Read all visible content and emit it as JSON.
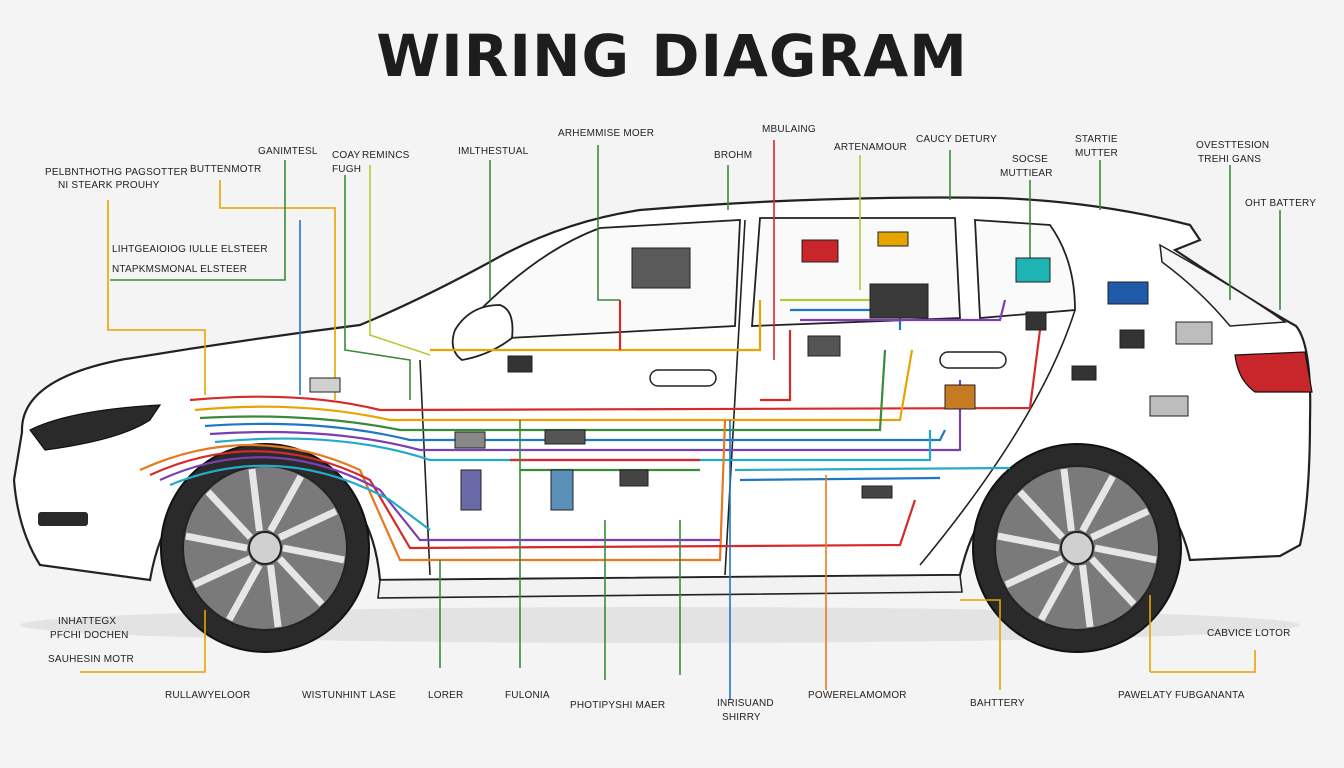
{
  "title": "WIRING DIAGRAM",
  "colors": {
    "background": "#f4f4f4",
    "body": "#ffffff",
    "outline": "#222222",
    "wire_red": "#d62a2a",
    "wire_yellow": "#e6a400",
    "wire_green": "#3a8a3a",
    "wire_blue": "#1f77c4",
    "wire_purple": "#7a3fb0",
    "wire_cyan": "#25a9c9",
    "wire_lime": "#b7c83a",
    "wire_orange": "#e67a22"
  },
  "labels": {
    "top_left_1": "PELBNTHOTHG PAGSOTTER",
    "top_left_2": "NI STEARK PROUHY",
    "mid_left_1": "LIHTGEAIOIOG IULLE ELSTEER",
    "mid_left_2": "NTAPKMSMONAL ELSTEER",
    "buttenmotr": "BUTTENMOTR",
    "ganimtesl": "GANIMTESL",
    "coay_fugh_1": "COAY",
    "coay_fugh_2": "FUGH",
    "remincs": "REMINCS",
    "imltestual": "IMLTHESTUAL",
    "arhemise_moer": "ARHEMMISE MOER",
    "brohm": "BROHM",
    "mbulaing": "MBULAING",
    "artenamour": "ARTENAMOUR",
    "caucy_detury": "CAUCY DETURY",
    "socse_1": "SOCSE",
    "socse_2": "MUTTIEAR",
    "startie_1": "STARTIE",
    "startie_2": "MUTTER",
    "overtesion_1": "OVESTTESION",
    "overtesion_2": "TREHI GANS",
    "oht_battery": "OHT BATTERY",
    "bottom_left_1": "INHATTEGX",
    "bottom_left_2": "PFCHI DOCHEN",
    "bottom_left_3": "SAUHESIN MOTR",
    "rullawyeloor": "RULLAWYELOOR",
    "wistunhint_lase": "WISTUNHINT LASE",
    "lorer": "LORER",
    "fulonia": "FULONIA",
    "photipyshi_maer": "PHOTIPYSHI MAER",
    "inrisuand_1": "INRISUAND",
    "inrisuand_2": "SHIRRY",
    "powerelamomor": "POWERELAMOMOR",
    "battery": "BAHTTERY",
    "cabvice_lotor": "CABVICE LOTOR",
    "pawelaty": "PAWELATY FUBGANANTA"
  }
}
